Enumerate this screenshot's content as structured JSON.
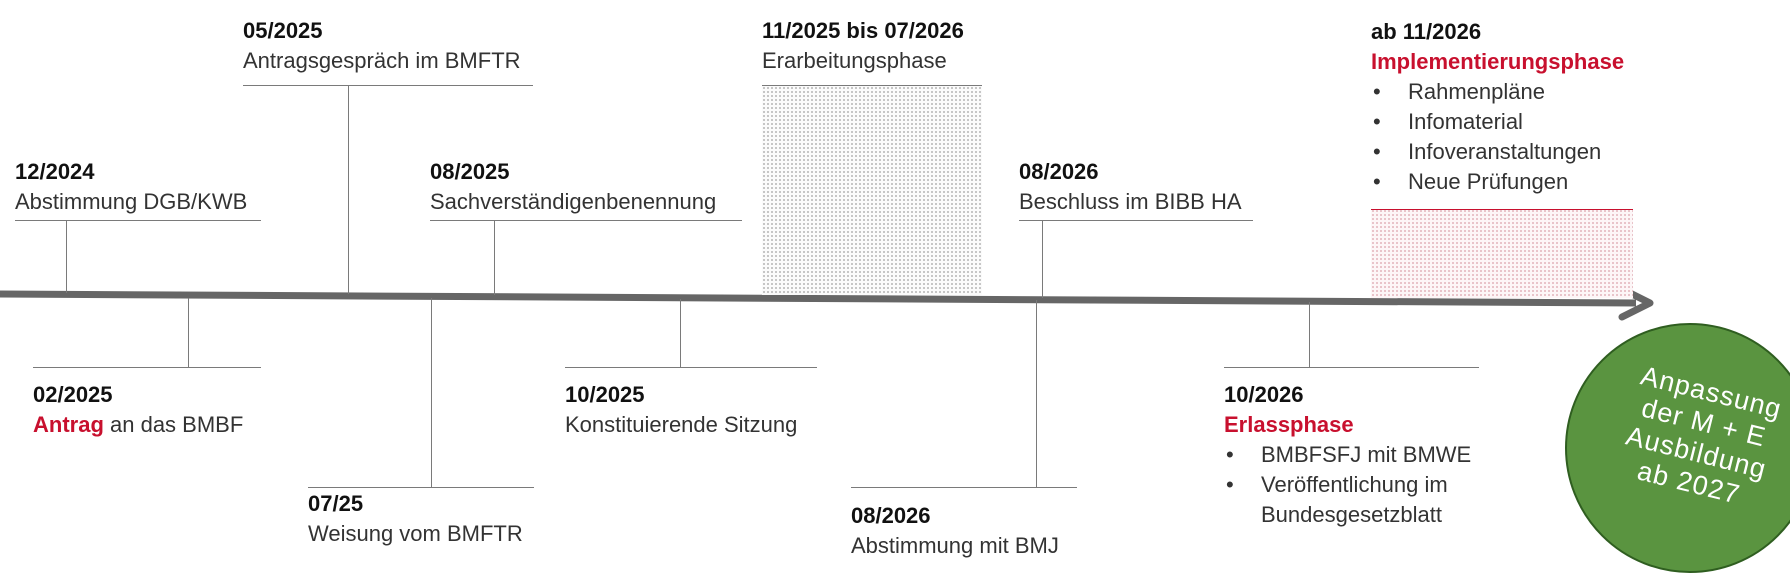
{
  "milestones": {
    "m_12_2024": {
      "date": "12/2024",
      "text": "Abstimmung DGB/KWB"
    },
    "m_05_2025": {
      "date": "05/2025",
      "text": "Antragsgespräch im BMFTR"
    },
    "m_08_2025": {
      "date": "08/2025",
      "text": "Sachverständigenbenennung"
    },
    "m_11_2025": {
      "date": "11/2025 bis 07/2026",
      "text": "Erarbeitungsphase"
    },
    "m_08_2026_top": {
      "date": "08/2026",
      "text": "Beschluss im BIBB HA"
    },
    "m_11_2026": {
      "date": "ab 11/2026",
      "phase": "Implementierungsphase",
      "items": [
        "Rahmenpläne",
        "Infomaterial",
        "Infoveranstaltungen",
        "Neue Prüfungen"
      ]
    },
    "m_02_2025": {
      "date": "02/2025",
      "highlight": "Antrag",
      "text": " an das BMBF"
    },
    "m_07_25": {
      "date": "07/25",
      "text": "Weisung vom BMFTR"
    },
    "m_10_2025": {
      "date": "10/2025",
      "text": "Konstituierende Sitzung"
    },
    "m_08_2026_bottom": {
      "date": "08/2026",
      "text": "Abstimmung mit BMJ"
    },
    "m_10_2026": {
      "date": "10/2026",
      "phase": "Erlassphase",
      "items": [
        "BMBFSFJ mit BMWE",
        "Veröffentlichung im Bundesgesetzblatt"
      ]
    }
  },
  "badge": {
    "lines": [
      "Anpassung",
      "der M + E",
      "Ausbildung",
      "ab 2027"
    ]
  },
  "colors": {
    "accent_red": "#c8102e",
    "badge_green": "#5a9440",
    "axis": "#666666",
    "line": "#7a7a7a"
  }
}
